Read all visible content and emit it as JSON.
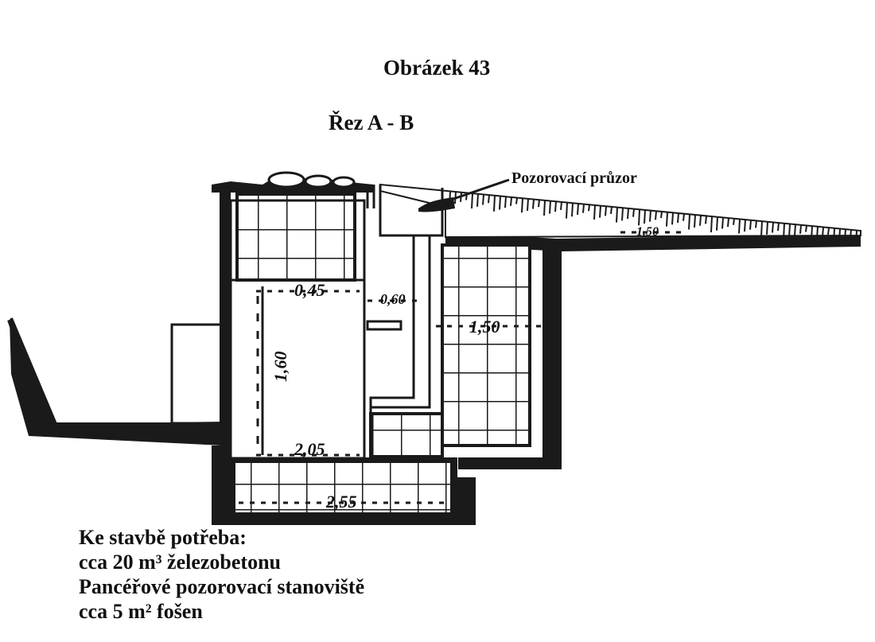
{
  "figure": {
    "title": "Obrázek 43",
    "subtitle": "Řez A - B",
    "callout": "Pozorovací průzor"
  },
  "dimensions": {
    "d1": "0,45",
    "d2": "0,60",
    "d3": "1,60",
    "d4": "1,50",
    "d5": "2,05",
    "d6": "2,55",
    "d7": "1,50"
  },
  "requirements": {
    "heading": "Ke stavbě potřeba:",
    "items": [
      "cca 20 m³ železobetonu",
      "Pancéřové pozorovací stanoviště",
      "cca 5 m² fošen"
    ]
  }
}
